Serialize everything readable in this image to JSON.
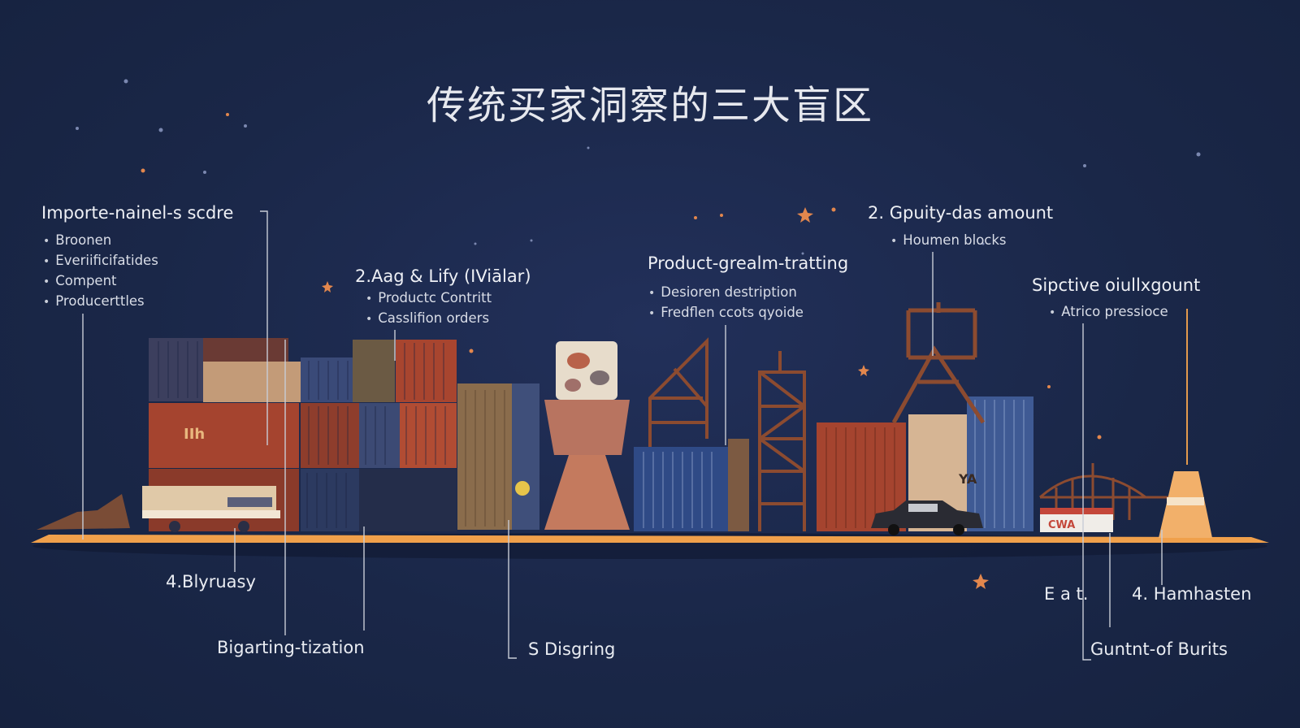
{
  "title": "传统买家洞察的三大盲区",
  "colors": {
    "background": "#1a2748",
    "ground": "#f0a04b",
    "container_red": "#a5442f",
    "container_blue": "#2f4a86",
    "container_tan": "#8a6c4c",
    "crane_rust": "#8c4b30",
    "leader_line": "#c8ccd6",
    "accent_line": "#e39a4c"
  },
  "callouts": [
    {
      "heading": "Importe-nainel-s scdre",
      "bullets": [
        "Broonen",
        "Everiificifatides",
        "Compent",
        "Producerttles"
      ]
    },
    {
      "heading": "2.Aag & Lify (IViālar)",
      "bullets": [
        "Productc Contritt",
        "Casslifion orders"
      ]
    },
    {
      "heading": "Product-grealm-tratting",
      "bullets": [
        "Desioren destription",
        "Fredflen ccots qyoide"
      ]
    },
    {
      "heading": "2. Gpuity-das amount",
      "bullets": [
        "Houmen blocks"
      ]
    },
    {
      "heading": "Sipctive oiullxgount",
      "bullets": [
        "Atrico pressioce"
      ]
    }
  ],
  "bottom_labels": [
    "4.Blyruasy",
    "Bigarting-tization",
    "S Disgring",
    "E a t.",
    "4. Hamhasten",
    "Guntnt-of Burits"
  ],
  "illustration": {
    "container_markings": [
      "IIh",
      "YA",
      "CWA"
    ]
  }
}
